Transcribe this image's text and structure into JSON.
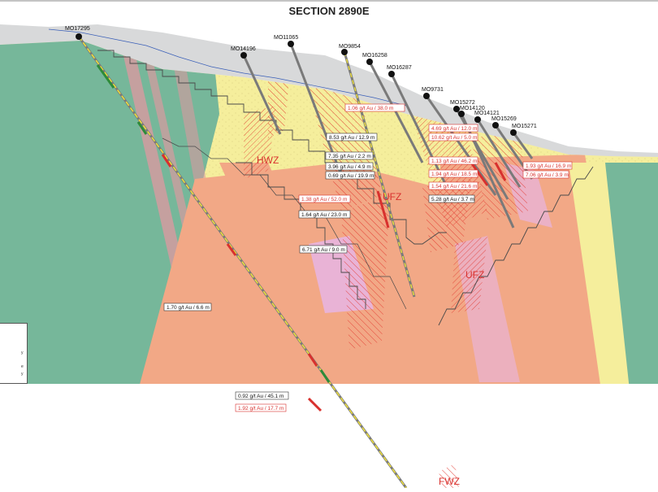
{
  "title": "SECTION 2890E",
  "colors": {
    "green": "#76b79a",
    "yellow": "#f5ee9c",
    "salmon": "#f2a886",
    "pink": "#e9b3d6",
    "red_hatch": "#e2342c",
    "surface_gray": "#d8d9da",
    "outline": "#4a4a4a"
  },
  "zones": [
    {
      "key": "hwz",
      "label": "HWZ"
    },
    {
      "key": "ufz1",
      "label": "UFZ"
    },
    {
      "key": "ufz2",
      "label": "UFZ"
    },
    {
      "key": "fwz",
      "label": "FWZ"
    }
  ],
  "drillholes": [
    {
      "key": "h17295",
      "id": "MO17295"
    },
    {
      "key": "h14196",
      "id": "MO14196"
    },
    {
      "key": "h11065",
      "id": "MO11065"
    },
    {
      "key": "h9854",
      "id": "MO9854"
    },
    {
      "key": "h16258",
      "id": "MO16258"
    },
    {
      "key": "h16287",
      "id": "MO16287"
    },
    {
      "key": "h9731",
      "id": "MO9731"
    },
    {
      "key": "h15272",
      "id": "MO15272"
    },
    {
      "key": "h14120",
      "id": "MO14120"
    },
    {
      "key": "h14121",
      "id": "MO14121"
    },
    {
      "key": "h15269",
      "id": "MO15269"
    },
    {
      "key": "h15271",
      "id": "MO15271"
    }
  ],
  "intercepts": [
    {
      "key": "i1",
      "text": "1.06 g/t Au / 38.0 m",
      "highlight": true
    },
    {
      "key": "i2",
      "text": "8.53 g/t Au / 12.9 m",
      "highlight": false
    },
    {
      "key": "i3",
      "text": "7.35 g/t Au / 2.2 m",
      "highlight": false
    },
    {
      "key": "i4",
      "text": "3.96 g/t Au / 4.9 m",
      "highlight": false
    },
    {
      "key": "i5",
      "text": "0.69 g/t Au / 19.9 m",
      "highlight": false
    },
    {
      "key": "i6",
      "text": "1.38 g/t Au / 52.0 m",
      "highlight": true
    },
    {
      "key": "i7",
      "text": "1.64 g/t Au / 23.0 m",
      "highlight": false
    },
    {
      "key": "i8",
      "text": "6.71 g/t Au / 9.0 m",
      "highlight": false
    },
    {
      "key": "i9",
      "text": "4.69 g/t Au / 12.0 m",
      "highlight": true
    },
    {
      "key": "i10",
      "text": "10.62 g/t Au / 5.0 m",
      "highlight": true
    },
    {
      "key": "i11",
      "text": "1.13 g/t Au / 46.2 m",
      "highlight": true
    },
    {
      "key": "i12",
      "text": "1.94 g/t Au / 18.5 m",
      "highlight": true
    },
    {
      "key": "i13",
      "text": "1.54 g/t Au / 21.6 m",
      "highlight": true
    },
    {
      "key": "i14",
      "text": "5.28 g/t Au / 3.7 m",
      "highlight": false
    },
    {
      "key": "i15",
      "text": "1.93 g/t Au / 16.9 m",
      "highlight": true
    },
    {
      "key": "i16",
      "text": "7.06 g/t Au / 3.9 m",
      "highlight": true
    },
    {
      "key": "i17",
      "text": "1.70 g/t Au / 6.6 m",
      "highlight": false
    },
    {
      "key": "i18",
      "text": "0.92 g/t Au / 45.1 m",
      "highlight": false
    },
    {
      "key": "i19",
      "text": "1.92 g/t Au / 17.7 m",
      "highlight": true
    }
  ],
  "legend_partial": [
    "y",
    "e",
    "y"
  ]
}
